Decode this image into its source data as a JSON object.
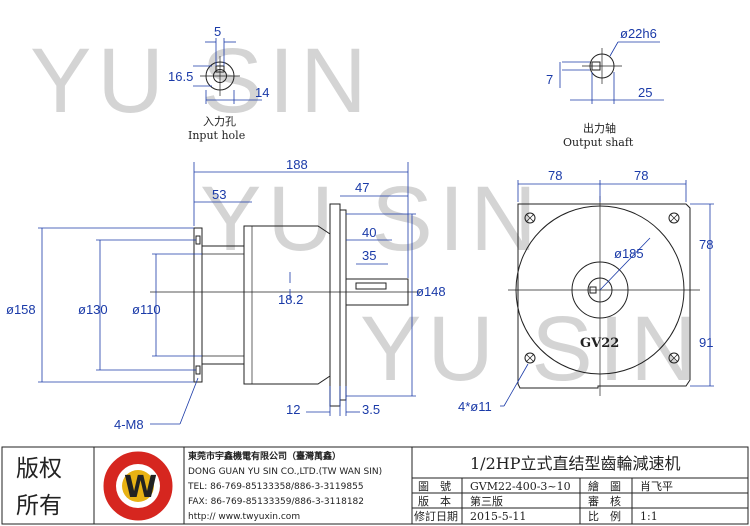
{
  "watermarks": [
    "YU SIN",
    "YU SIN",
    "YU SIN"
  ],
  "input_hole": {
    "cap_cn": "入力孔",
    "cap_en": "Input hole",
    "dims": [
      "5",
      "16.5",
      "14"
    ]
  },
  "output_shaft": {
    "cap_cn": "出力轴",
    "cap_en": "Output shaft",
    "dims": [
      "ø22h6",
      "7",
      "25"
    ]
  },
  "side_view": {
    "dims": [
      "188",
      "53",
      "47",
      "40",
      "35",
      "ø158",
      "ø130",
      "ø110",
      "18.2",
      "ø148",
      "4-M8",
      "12",
      "3.5"
    ]
  },
  "front_view": {
    "dims": [
      "78",
      "78",
      "ø185",
      "78",
      "91",
      "4*ø11"
    ],
    "label": "GV22"
  },
  "title_block": {
    "big_left_1": "版权",
    "big_left_2": "所有",
    "company_cn": "東莞市宇鑫機電有限公司（臺灣萬鑫）",
    "company_en": "DONG GUAN YU SIN CO.,LTD.(TW WAN SIN)",
    "tel": "TEL: 86-769-85133358/886-3-3119855",
    "fax": "FAX: 86-769-85133359/886-3-3118182",
    "web": "http:// www.twyuxin.com",
    "logo_letter": "W",
    "product_title": "1/2HP立式直结型齒輪減速机",
    "rows": [
      {
        "k1": "圖　號",
        "v1": "GVM22-400-3~10",
        "k2": "繪　圖",
        "v2": "肖飞平"
      },
      {
        "k1": "版　本",
        "v1": "第三版",
        "k2": "審　核",
        "v2": ""
      },
      {
        "k1": "修訂日期",
        "v1": "2015-5-11",
        "k2": "比　例",
        "v2": "1:1"
      }
    ]
  }
}
